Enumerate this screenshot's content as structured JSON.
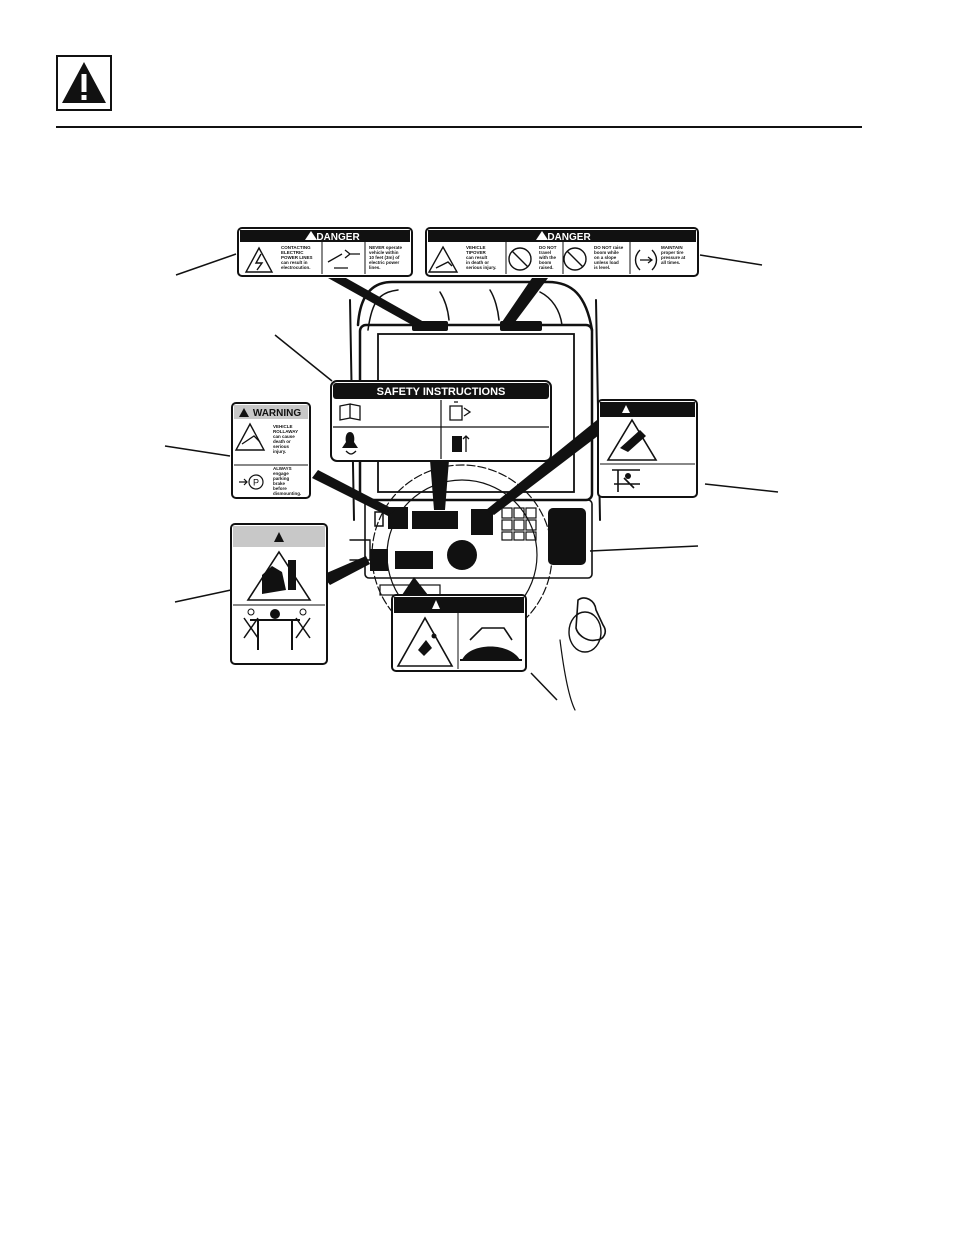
{
  "danger_power": {
    "header": "DANGER",
    "hazard_text": [
      "CONTACTING",
      "ELECTRIC",
      "POWER LINES",
      "can result in",
      "electrocution."
    ],
    "avoid_text": [
      "NEVER operate",
      "vehicle within",
      "10 feet (3m) of",
      "electric power",
      "lines."
    ]
  },
  "danger_tipover": {
    "header": "DANGER",
    "panel1_text": [
      "VEHICLE",
      "TIPOVER",
      "can result",
      "in death or",
      "serious injury."
    ],
    "panel2_text": [
      "DO NOT",
      "travel",
      "with the",
      "boom",
      "raised."
    ],
    "panel3_text": [
      "DO NOT raise",
      "boom while",
      "on a slope",
      "unless load",
      "is level."
    ],
    "panel4_text": [
      "MAINTAIN",
      "proper tire",
      "pressure at",
      "all times."
    ]
  },
  "safety_instructions": {
    "title": "SAFETY INSTRUCTIONS"
  },
  "warning_rollaway": {
    "header": "WARNING",
    "hazard_text": [
      "VEHICLE",
      "ROLLAWAY",
      "can cause",
      "death or",
      "serious",
      "injury."
    ],
    "avoid_text": [
      "ALWAYS",
      "engage",
      "parking",
      "brake",
      "before",
      "dismounting."
    ],
    "p_symbol": "P"
  }
}
